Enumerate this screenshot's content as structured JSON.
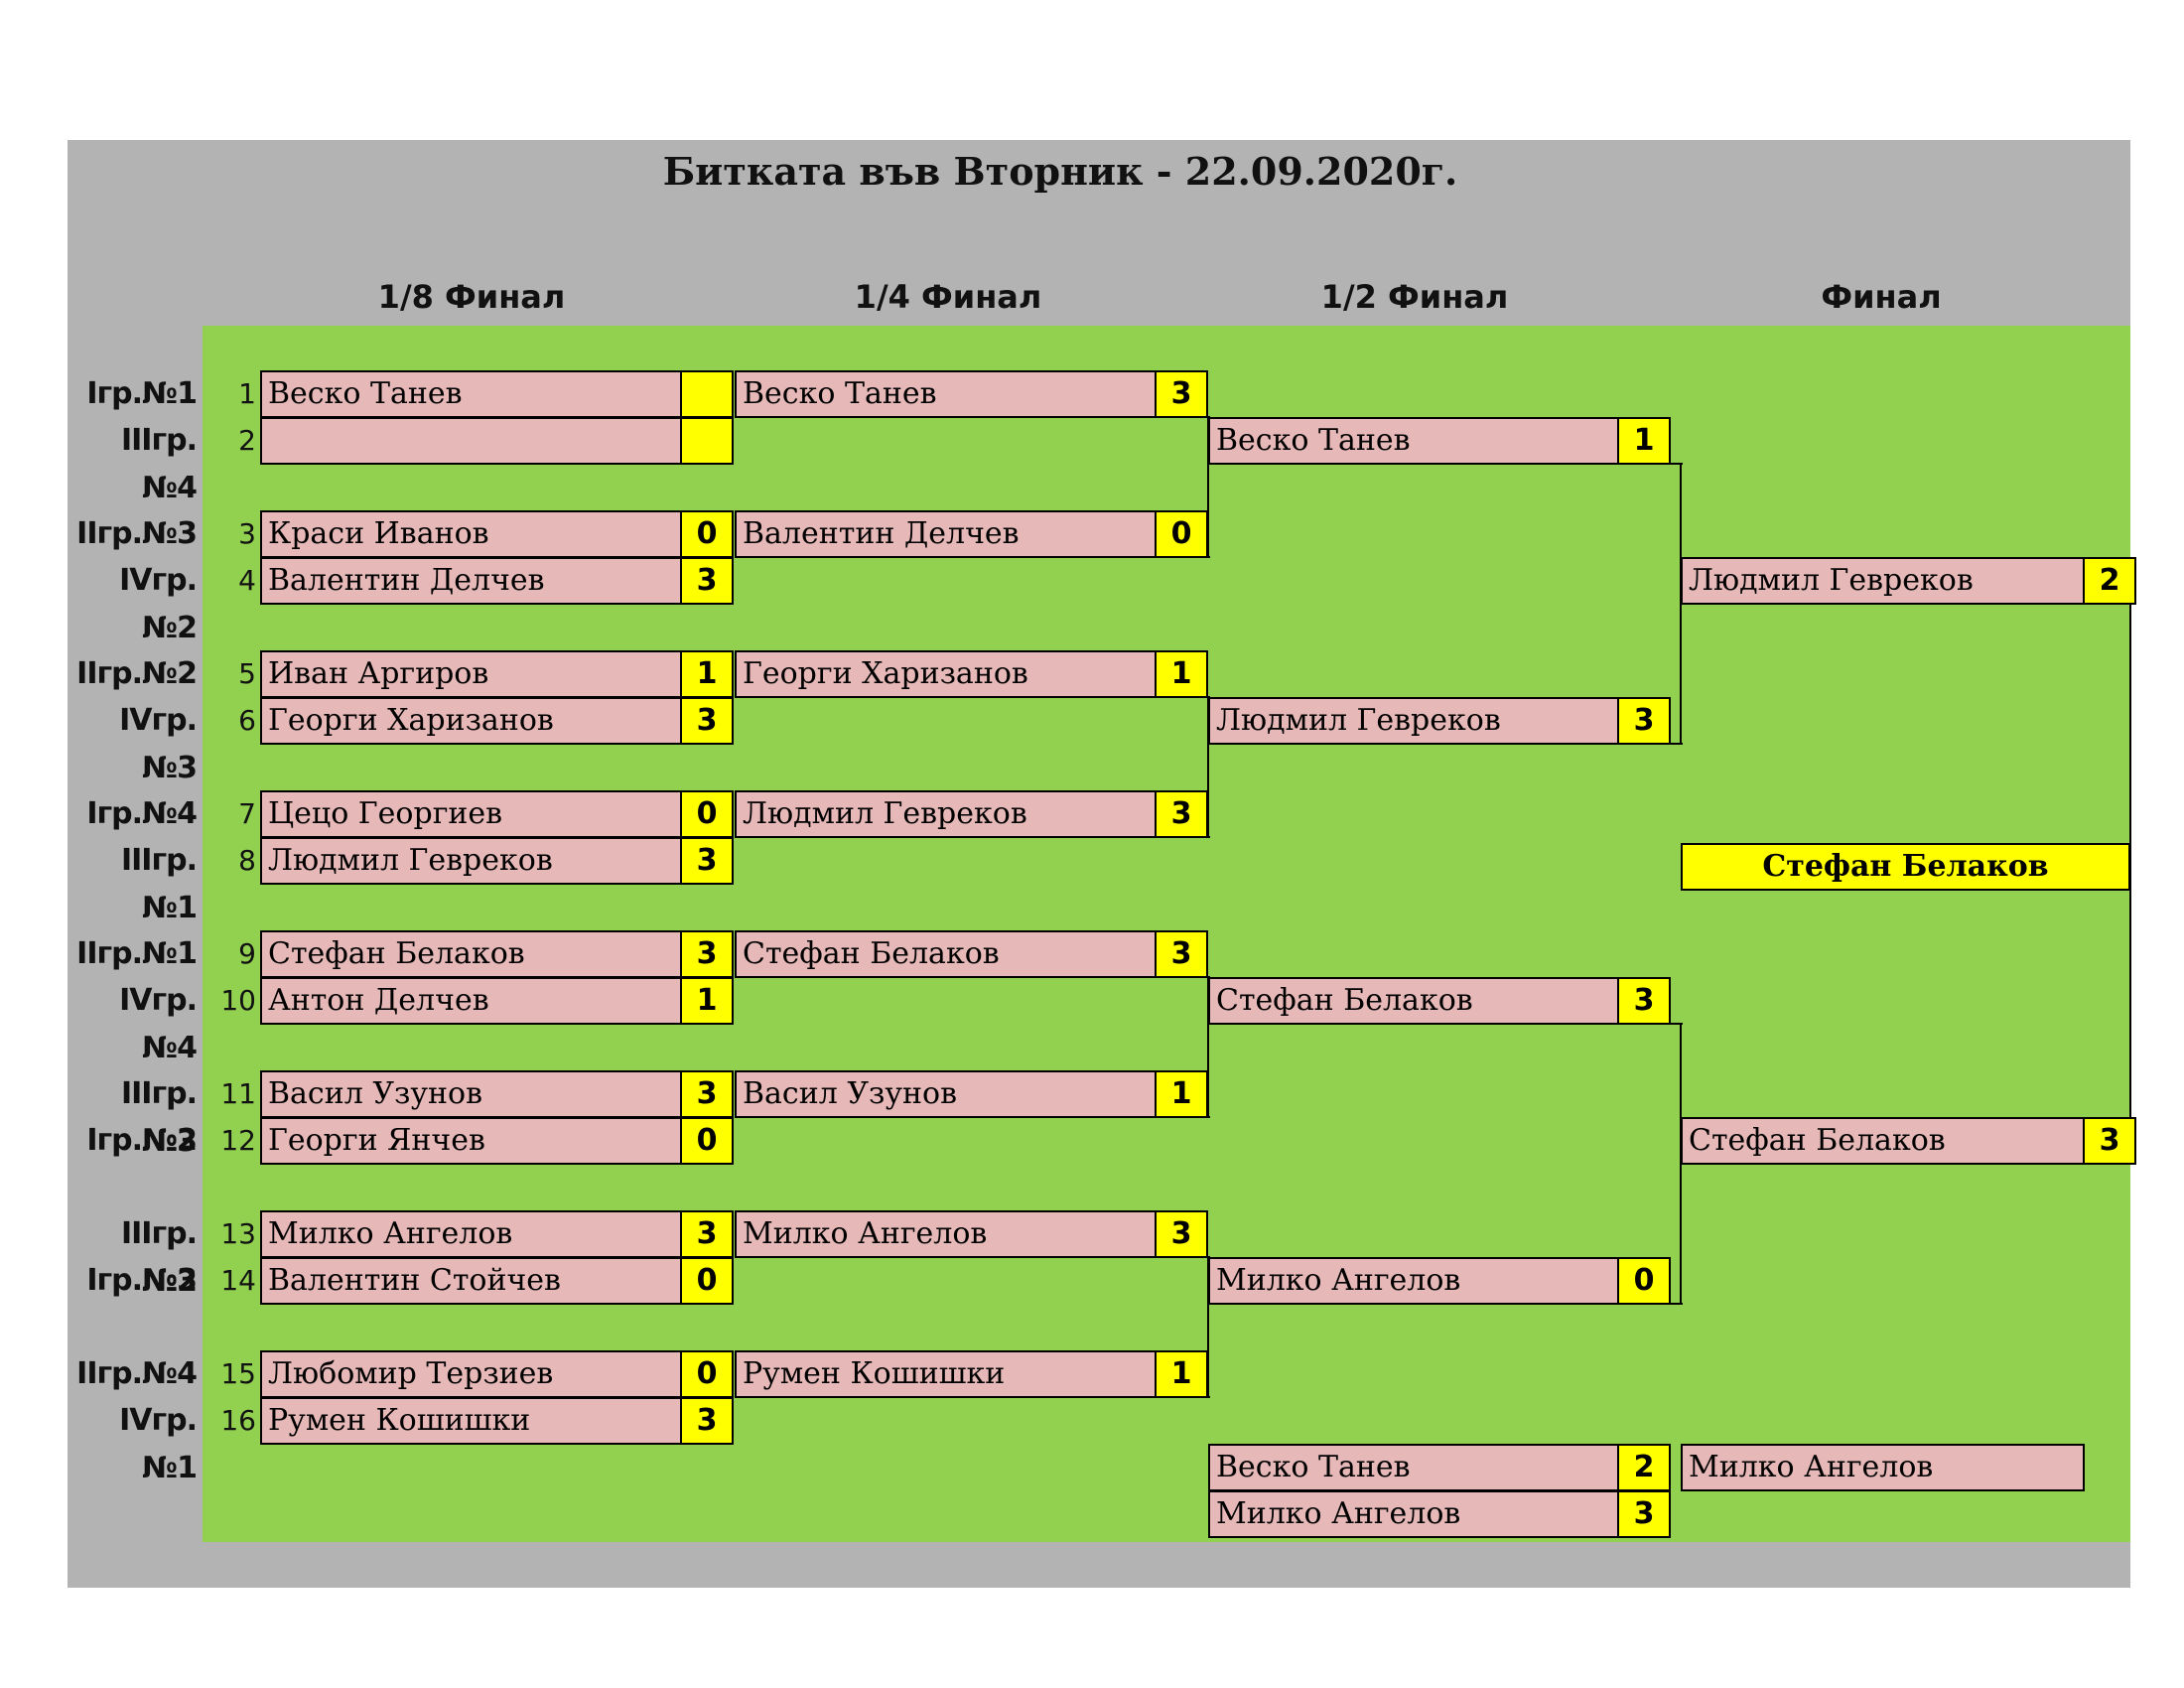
{
  "title": "Битката във Вторник - 22.09.2020г.",
  "rounds": [
    "1/8 Финал",
    "1/4 Финал",
    "1/2 Финал",
    "Финал"
  ],
  "r16": [
    {
      "seed": "1",
      "group": "Iгр.№1",
      "name": "Веско Танев",
      "score": ""
    },
    {
      "seed": "2",
      "group": "IIIгр.№4",
      "name": "",
      "score": ""
    },
    {
      "seed": "3",
      "group": "IIгр.№3",
      "name": "Краси Иванов",
      "score": "0"
    },
    {
      "seed": "4",
      "group": "IVгр.№2",
      "name": "Валентин Делчев",
      "score": "3"
    },
    {
      "seed": "5",
      "group": "IIгр.№2",
      "name": "Иван Аргиров",
      "score": "1"
    },
    {
      "seed": "6",
      "group": "IVгр.№3",
      "name": "Георги Харизанов",
      "score": "3"
    },
    {
      "seed": "7",
      "group": "Iгр.№4",
      "name": "Цецо Георгиев",
      "score": "0"
    },
    {
      "seed": "8",
      "group": "IIIгр.№1",
      "name": "Людмил Гевреков",
      "score": "3"
    },
    {
      "seed": "9",
      "group": "IIгр.№1",
      "name": "Стефан Белаков",
      "score": "3"
    },
    {
      "seed": "10",
      "group": "IVгр.№4",
      "name": "Антон Делчев",
      "score": "1"
    },
    {
      "seed": "11",
      "group": "IIIгр.№3",
      "name": "Васил Узунов",
      "score": "3"
    },
    {
      "seed": "12",
      "group": "Iгр.№2",
      "name": "Георги Янчев",
      "score": "0"
    },
    {
      "seed": "13",
      "group": "IIIгр.№2",
      "name": "Милко Ангелов",
      "score": "3"
    },
    {
      "seed": "14",
      "group": "Iгр.№3",
      "name": "Валентин Стойчев",
      "score": "0"
    },
    {
      "seed": "15",
      "group": "IIгр.№4",
      "name": "Любомир Терзиев",
      "score": "0"
    },
    {
      "seed": "16",
      "group": "IVгр.№1",
      "name": "Румен Кошишки",
      "score": "3"
    }
  ],
  "qf": [
    {
      "name": "Веско Танев",
      "score": "3"
    },
    {
      "name": "Валентин Делчев",
      "score": "0"
    },
    {
      "name": "Георги Харизанов",
      "score": "1"
    },
    {
      "name": "Людмил Гевреков",
      "score": "3"
    },
    {
      "name": "Стефан Белаков",
      "score": "3"
    },
    {
      "name": "Васил Узунов",
      "score": "1"
    },
    {
      "name": "Милко Ангелов",
      "score": "3"
    },
    {
      "name": "Румен Кошишки",
      "score": "1"
    }
  ],
  "sf": [
    {
      "name": "Веско Танев",
      "score": "1"
    },
    {
      "name": "Людмил Гевреков",
      "score": "3"
    },
    {
      "name": "Стефан Белаков",
      "score": "3"
    },
    {
      "name": "Милко Ангелов",
      "score": "0"
    }
  ],
  "final": [
    {
      "name": "Людмил Гевреков",
      "score": "2"
    },
    {
      "name": "Стефан Белаков",
      "score": "3"
    }
  ],
  "champion": "Стефан Белаков",
  "third_place": [
    {
      "name": "Веско Танев",
      "score": "2"
    },
    {
      "name": "Милко Ангелов",
      "score": "3"
    }
  ],
  "third_place_winner": "Милко Ангелов"
}
